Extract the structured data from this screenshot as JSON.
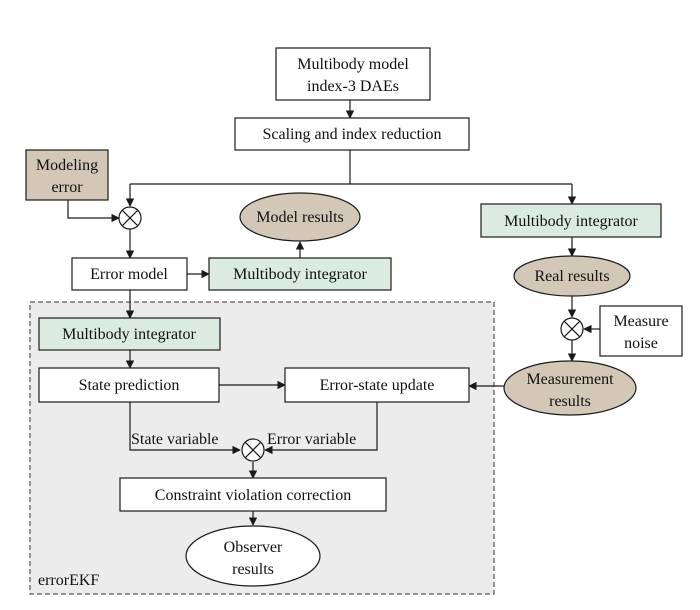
{
  "colors": {
    "white": "#ffffff",
    "green": "#dcebe2",
    "brown": "#d3c7b8",
    "region_fill": "#ececec",
    "region_stroke": "#555555",
    "line": "#1a1a1a"
  },
  "nodes": {
    "multibody_model": {
      "line1": "Multibody model",
      "line2": "index-3 DAEs"
    },
    "scaling": {
      "label": "Scaling and index reduction"
    },
    "modeling_error": {
      "line1": "Modeling",
      "line2": "error"
    },
    "model_results": {
      "label": "Model results"
    },
    "error_model": {
      "label": "Error model"
    },
    "integrator_mid": {
      "label": "Multibody integrator"
    },
    "integrator_right": {
      "label": "Multibody integrator"
    },
    "real_results": {
      "label": "Real results"
    },
    "measure_noise": {
      "line1": "Measure",
      "line2": "noise"
    },
    "measurement_results": {
      "line1": "Measurement",
      "line2": "results"
    },
    "integrator_left": {
      "label": "Multibody integrator"
    },
    "state_prediction": {
      "label": "State prediction"
    },
    "error_state_update": {
      "label": "Error-state update"
    },
    "constraint_correction": {
      "label": "Constraint violation correction"
    },
    "observer_results": {
      "line1": "Observer",
      "line2": "results"
    }
  },
  "edge_labels": {
    "state_variable": "State variable",
    "error_variable": "Error variable"
  },
  "region": {
    "label": "errorEKF"
  }
}
